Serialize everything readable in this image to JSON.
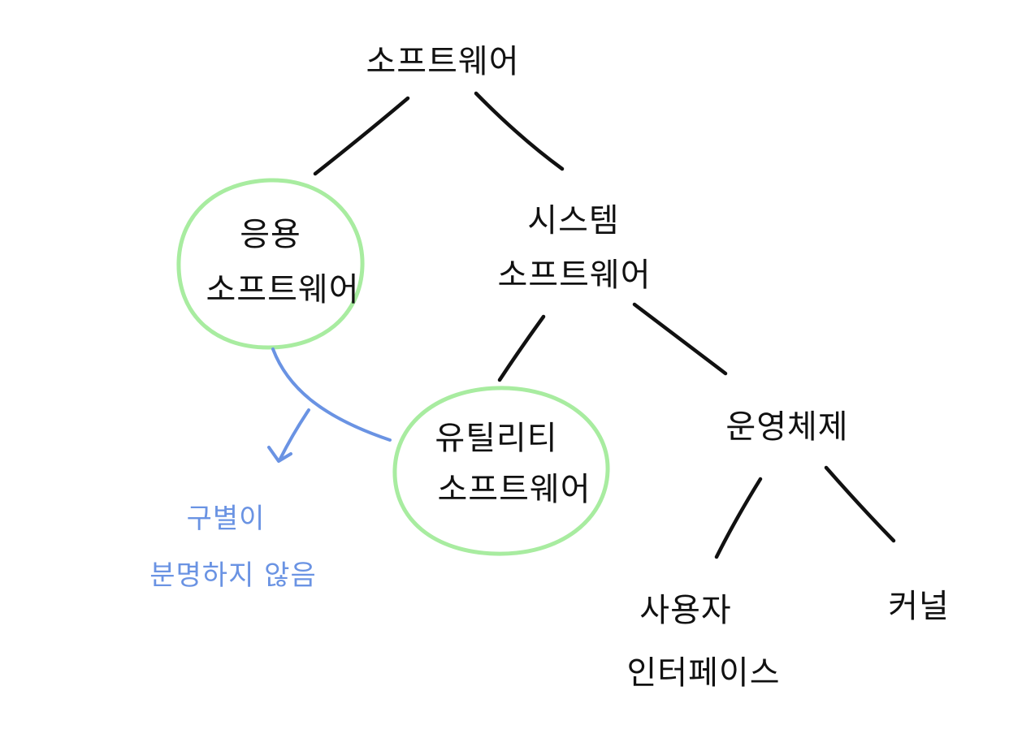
{
  "colors": {
    "ink": "#111111",
    "highlight": "#a8eca0",
    "note": "#6a93e3"
  },
  "nodes": {
    "software": {
      "label": "소프트웨어"
    },
    "application": {
      "line1": "응용",
      "line2": "소프트웨어"
    },
    "system": {
      "line1": "시스템",
      "line2": "소프트웨어"
    },
    "utility": {
      "line1": "유틸리티",
      "line2": "소프트웨어"
    },
    "os": {
      "label": "운영체제"
    },
    "ui": {
      "line1": "사용자",
      "line2": "인터페이스"
    },
    "kernel": {
      "label": "커널"
    }
  },
  "note": {
    "line1": "구별이",
    "line2": "분명하지 않음"
  }
}
